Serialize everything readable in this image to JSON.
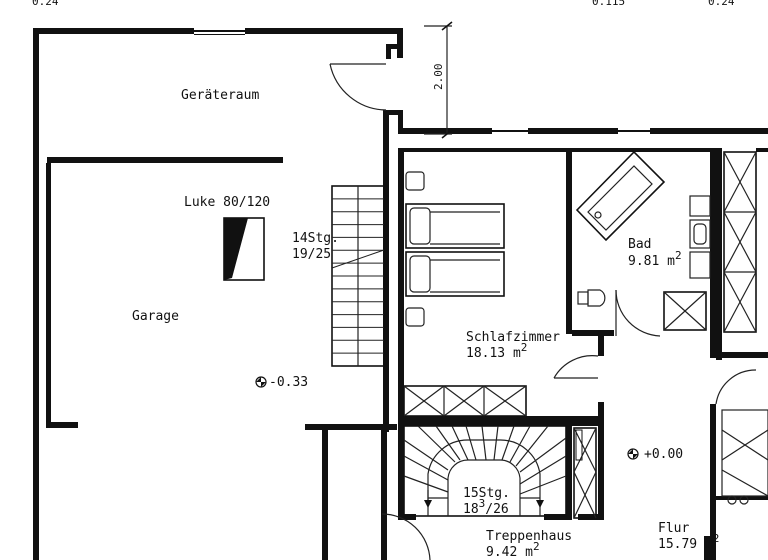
{
  "top_dims": {
    "left": "0.24",
    "mid": "0.115",
    "right": "0.24"
  },
  "dimension_2_00": "2.00",
  "rooms": {
    "geraeteraum": {
      "name": "Geräteraum"
    },
    "garage": {
      "name": "Garage",
      "luke": "Luke 80/120",
      "level": "-0.33"
    },
    "stairs_garage": {
      "steps": "14Stg.",
      "ratio": "19/25"
    },
    "schlafzimmer": {
      "name": "Schlafzimmer",
      "area": "18.13 m",
      "area_sup": "2"
    },
    "bad": {
      "name": "Bad",
      "area": "9.81 m",
      "area_sup": "2"
    },
    "treppenhaus": {
      "name": "Treppenhaus",
      "area": "9.42 m",
      "area_sup": "2",
      "steps": "15Stg.",
      "ratio": "18",
      "ratio_sup": "3",
      "ratio_end": "/26"
    },
    "flur": {
      "name": "Flur",
      "area": "15.79 m",
      "area_sup": "2",
      "level": "+0.00"
    }
  }
}
